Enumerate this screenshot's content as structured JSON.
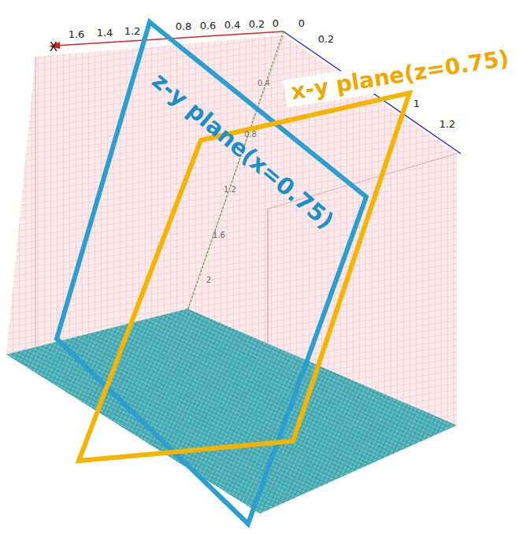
{
  "diagram": {
    "labels": [
      "X",
      "1.6",
      "1.4",
      "1.2",
      "0.8",
      "0.6",
      "0.4",
      "0.2",
      "0",
      "0",
      "0.2",
      "1",
      "1.2",
      "0.4",
      "0.8",
      "1.2",
      "1.6",
      "2",
      "z-y plane(x=0.75)",
      "x-y plane(z=0.75)"
    ]
  }
}
